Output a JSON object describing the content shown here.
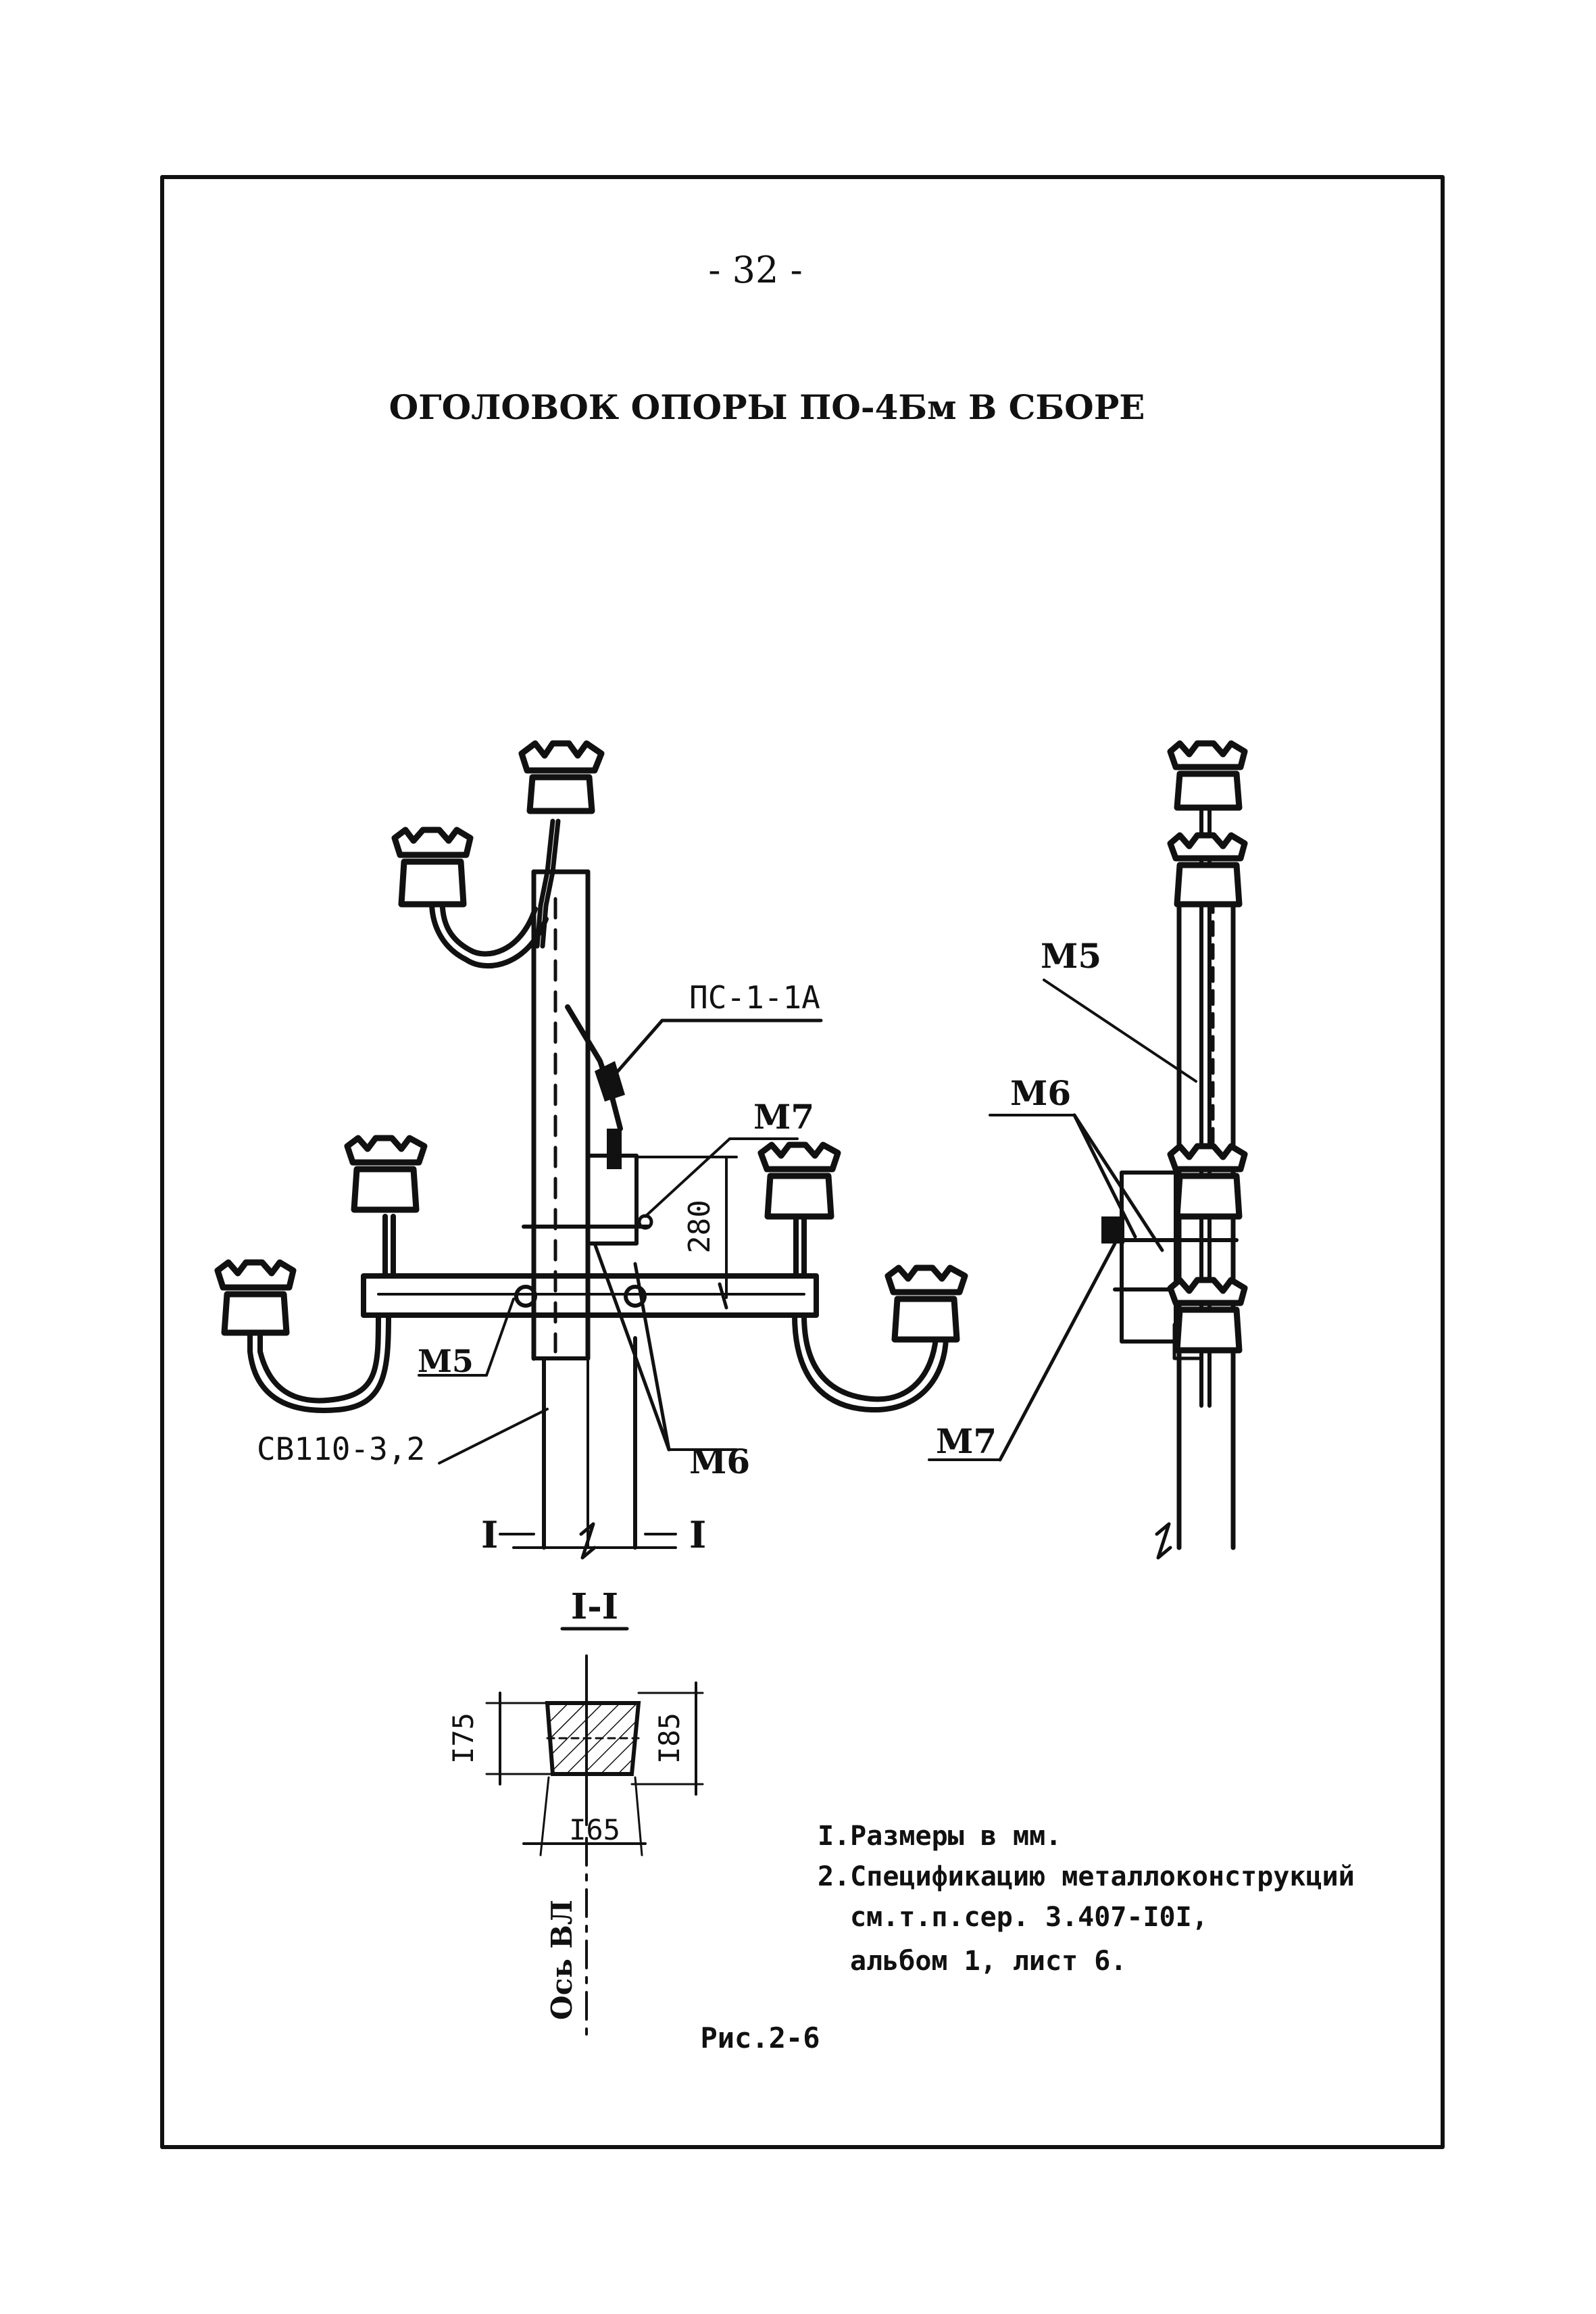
{
  "page_number": "- 32 -",
  "title": "ОГОЛОВОК ОПОРЫ ПО-4Бм В СБОРЕ",
  "labels": {
    "ps": "ПС-1-1А",
    "m7_front": "М7",
    "dim_280": "280",
    "m5_front": "М5",
    "sv": "СВ110-3,2",
    "m6_front": "М6",
    "sec_left": "I",
    "sec_right": "I",
    "m5_side": "М5",
    "m6_side": "М6",
    "m7_side": "М7",
    "section_title": "I-I",
    "dim_175": "I75",
    "dim_185": "I85",
    "dim_165": "I65",
    "axis": "Ось ВЛ"
  },
  "notes": [
    "I.Размеры в мм.",
    "2.Спецификацию металлоконструкций",
    "см.т.п.сер. 3.407-I0I,",
    "альбом 1, лист 6."
  ],
  "caption": "Рис.2-6"
}
